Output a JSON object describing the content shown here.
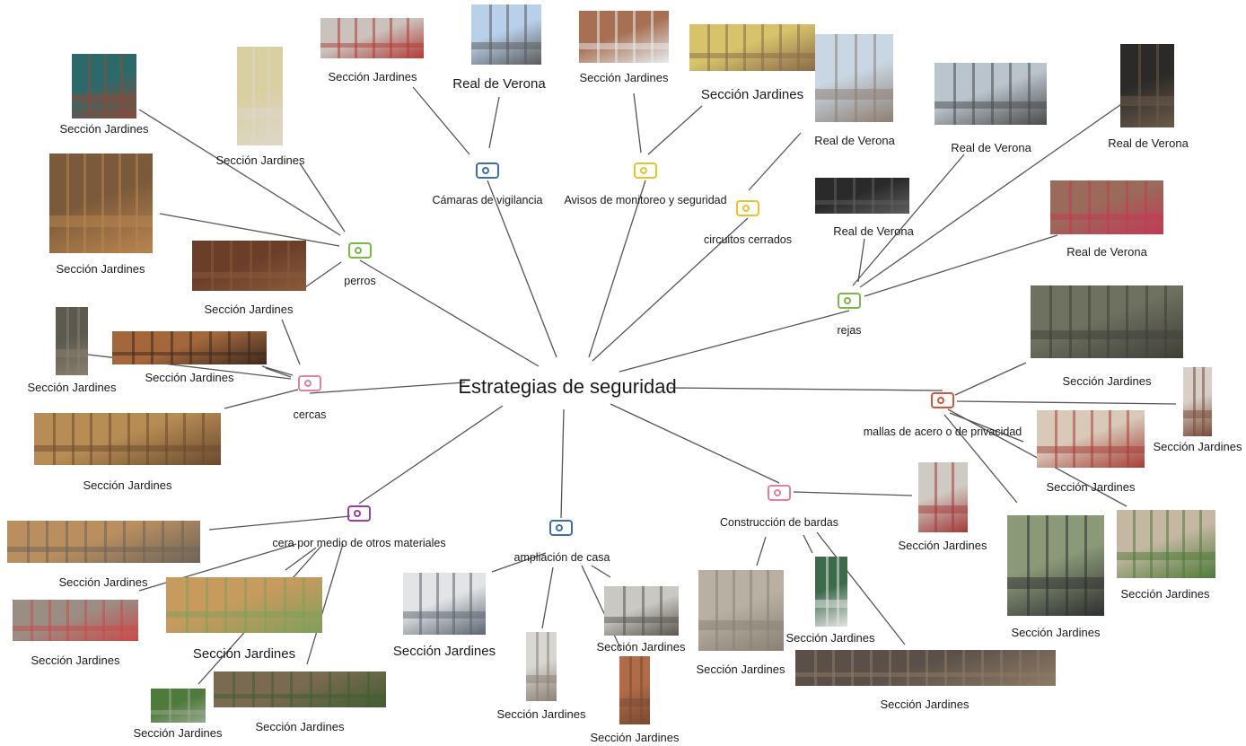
{
  "center_title": "Estrategias de seguridad",
  "categories": [
    {
      "id": "camaras",
      "label": "Cámaras de vigilancia",
      "color": "#3c6fb0"
    },
    {
      "id": "avisos",
      "label": "Avisos de monitoreo y seguridad",
      "color": "#e6c52a"
    },
    {
      "id": "circuitos",
      "label": "circuitos cerrados",
      "color": "#e6c52a"
    },
    {
      "id": "rejas",
      "label": "rejas",
      "color": "#7ab648"
    },
    {
      "id": "mallas",
      "label": "mallas de acero o de privacidad",
      "color": "#d9533b"
    },
    {
      "id": "bardas",
      "label": "Construcción de bardas",
      "color": "#e27fa5"
    },
    {
      "id": "ampliacion",
      "label": "ampliación de casa",
      "color": "#3c6fb0"
    },
    {
      "id": "otros",
      "label": "cera por medio de otros materiales",
      "color": "#9b3fa6"
    },
    {
      "id": "cercas",
      "label": "cercas",
      "color": "#e27fa5"
    },
    {
      "id": "perros",
      "label": "perros",
      "color": "#7ab648"
    }
  ],
  "photos": [
    {
      "cat": "camaras",
      "caption": "Sección Jardines",
      "desc": "storefront"
    },
    {
      "cat": "camaras",
      "caption": "Real de Verona",
      "desc": "camera-pole"
    },
    {
      "cat": "avisos",
      "caption": "Sección Jardines",
      "desc": "warning-sign"
    },
    {
      "cat": "avisos",
      "caption": "Sección Jardines",
      "desc": "signs-wall"
    },
    {
      "cat": "circuitos",
      "caption": "Real de Verona",
      "desc": "dome-camera"
    },
    {
      "cat": "rejas",
      "caption": "Real de Verona",
      "desc": "gate"
    },
    {
      "cat": "rejas",
      "caption": "Real de Verona",
      "desc": "door-grille"
    },
    {
      "cat": "rejas",
      "caption": "Real de Verona",
      "desc": "parking-grille"
    },
    {
      "cat": "rejas",
      "caption": "Real de Verona",
      "desc": "window-grille"
    },
    {
      "cat": "mallas",
      "caption": "Sección Jardines",
      "desc": "mesh-fence"
    },
    {
      "cat": "mallas",
      "caption": "Sección Jardines",
      "desc": "door"
    },
    {
      "cat": "mallas",
      "caption": "Sección Jardines",
      "desc": "shop-front"
    },
    {
      "cat": "mallas",
      "caption": "Sección Jardines",
      "desc": "green-fence"
    },
    {
      "cat": "mallas",
      "caption": "Sección Jardines",
      "desc": "steel-mesh"
    },
    {
      "cat": "bardas",
      "caption": "Sección Jardines",
      "desc": "wall-column"
    },
    {
      "cat": "bardas",
      "caption": "Sección Jardines",
      "desc": "block-wall"
    },
    {
      "cat": "bardas",
      "caption": "Sección Jardines",
      "desc": "green-door"
    },
    {
      "cat": "bardas",
      "caption": "Sección Jardines",
      "desc": "street-wall"
    },
    {
      "cat": "ampliacion",
      "caption": "Sección Jardines",
      "desc": "house-white"
    },
    {
      "cat": "ampliacion",
      "caption": "Sección Jardines",
      "desc": "narrow-house"
    },
    {
      "cat": "ampliacion",
      "caption": "Sección Jardines",
      "desc": "rooftop-room"
    },
    {
      "cat": "ampliacion",
      "caption": "Sección Jardines",
      "desc": "brick-tower"
    },
    {
      "cat": "otros",
      "caption": "Sección Jardines",
      "desc": "pallet-wall"
    },
    {
      "cat": "otros",
      "caption": "Sección Jardines",
      "desc": "yard-fence"
    },
    {
      "cat": "otros",
      "caption": "Sección Jardines",
      "desc": "wood-pallets"
    },
    {
      "cat": "otros",
      "caption": "Sección Jardines",
      "desc": "plants"
    },
    {
      "cat": "otros",
      "caption": "Sección Jardines",
      "desc": "railing"
    },
    {
      "cat": "cercas",
      "caption": "Sección Jardines",
      "desc": "wood-post"
    },
    {
      "cat": "cercas",
      "caption": "Sección Jardines",
      "desc": "pallet-fence"
    },
    {
      "cat": "cercas",
      "caption": "Sección Jardines",
      "desc": "wood-fence"
    },
    {
      "cat": "perros",
      "caption": "Sección Jardines",
      "desc": "dog-house"
    },
    {
      "cat": "perros",
      "caption": "Sección Jardines",
      "desc": "dog-room"
    },
    {
      "cat": "perros",
      "caption": "Sección Jardines",
      "desc": "dog-cage"
    },
    {
      "cat": "perros",
      "caption": "Sección Jardines",
      "desc": "dog-fence"
    }
  ],
  "palette": {
    "storefront": [
      "#c9c2bd",
      "#b33a35"
    ],
    "camera-pole": [
      "#b9d0ea",
      "#5b5b5b"
    ],
    "warning-sign": [
      "#a87053",
      "#e8ecef"
    ],
    "signs-wall": [
      "#d6c36a",
      "#8a6a4a"
    ],
    "dome-camera": [
      "#c9d7e4",
      "#8d7f73"
    ],
    "gate": [
      "#b9c4cc",
      "#4a4a4a"
    ],
    "door-grille": [
      "#2b2a28",
      "#6b5a49"
    ],
    "parking-grille": [
      "#2a2a2a",
      "#5e5e5e"
    ],
    "window-grille": [
      "#9a6a5a",
      "#c23a55"
    ],
    "mesh-fence": [
      "#6e7060",
      "#3f3f37"
    ],
    "door": [
      "#d6d0c9",
      "#7a4b3a"
    ],
    "shop-front": [
      "#d8c9b8",
      "#a53e38"
    ],
    "green-fence": [
      "#c4b8a3",
      "#4f7a3a"
    ],
    "steel-mesh": [
      "#8a9a78",
      "#2f2f2f"
    ],
    "wall-column": [
      "#cfcac2",
      "#a33a3a"
    ],
    "block-wall": [
      "#b8b0a3",
      "#8a8175"
    ],
    "green-door": [
      "#3d6b4a",
      "#e4e4e4"
    ],
    "street-wall": [
      "#5a5048",
      "#8e7a66"
    ],
    "house-white": [
      "#e2e4e6",
      "#5c6570"
    ],
    "narrow-house": [
      "#d8d8d2",
      "#8c8276"
    ],
    "rooftop-room": [
      "#cac8c2",
      "#5a5650"
    ],
    "brick-tower": [
      "#b06c48",
      "#7b4a32"
    ],
    "pallet-wall": [
      "#b98f5f",
      "#6e6358"
    ],
    "yard-fence": [
      "#9a8e84",
      "#c94a4a"
    ],
    "wood-pallets": [
      "#c79a5e",
      "#7ea05a"
    ],
    "plants": [
      "#4e7a3a",
      "#98a890"
    ],
    "railing": [
      "#7b6a52",
      "#3f5e30"
    ],
    "wood-post": [
      "#5b5a4e",
      "#8a8070"
    ],
    "pallet-fence": [
      "#a3673b",
      "#3c2a1e"
    ],
    "wood-fence": [
      "#b88d55",
      "#6a4a2e"
    ],
    "dog-house": [
      "#d9cfa1",
      "#ddd7c8"
    ],
    "dog-room": [
      "#2c6a6a",
      "#8a4a3a"
    ],
    "dog-cage": [
      "#7a5a3a",
      "#b9854f"
    ],
    "dog-fence": [
      "#6b3e2a",
      "#8a5a3a"
    ]
  }
}
